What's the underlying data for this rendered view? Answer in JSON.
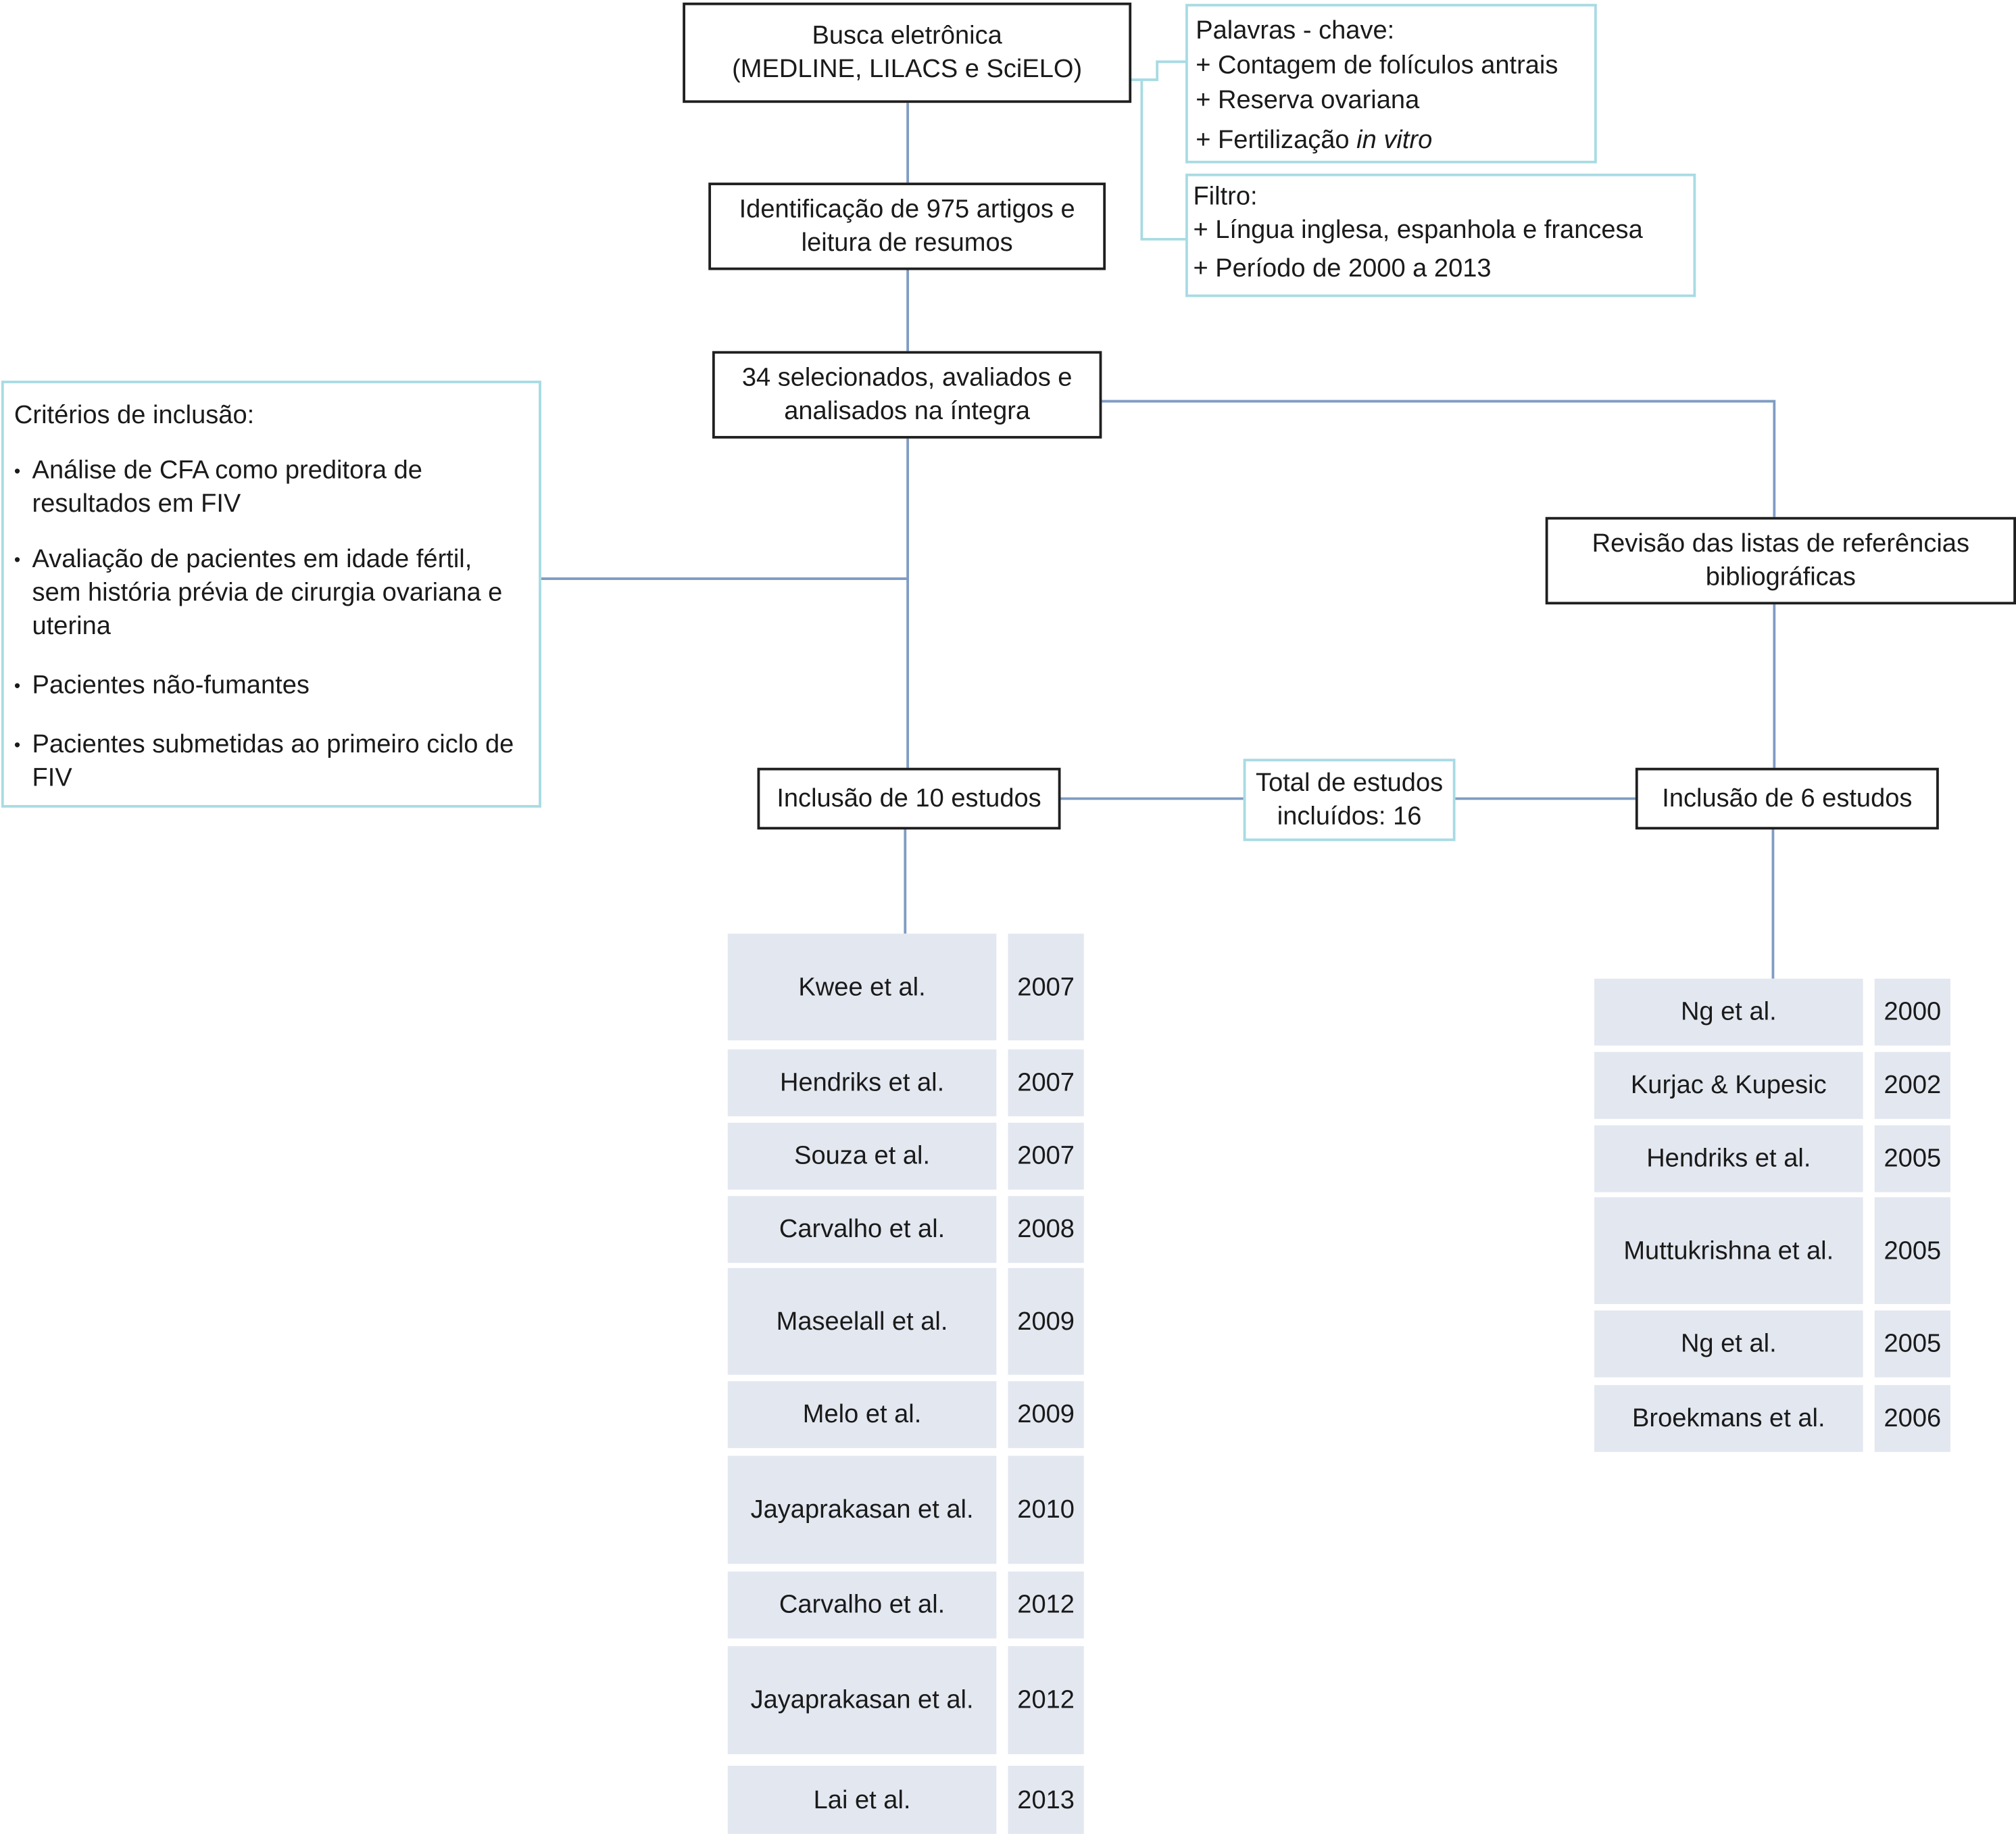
{
  "search": {
    "title_line1": "Busca eletrônica",
    "title_line2": "(MEDLINE, LILACS e SciELO)"
  },
  "keywords": {
    "title": "Palavras - chave:",
    "line1": "+ Contagem de folículos antrais",
    "line2": "+ Reserva ovariana",
    "line3_prefix": "+ Fertilização ",
    "line3_italic": "in vitro"
  },
  "filter": {
    "title": "Filtro:",
    "line1": "+ Língua inglesa, espanhola e francesa",
    "line2": "+ Período de 2000 a 2013"
  },
  "identification": {
    "line1": "Identificação de 975 artigos e",
    "line2": "leitura de resumos"
  },
  "selected": {
    "line1": "34 selecionados, avaliados e",
    "line2": "analisados na íntegra"
  },
  "criteria": {
    "title": "Critérios de inclusão:",
    "items": [
      "Análise de CFA como preditora de resultados em FIV",
      "Avaliação de pacientes em idade fértil, sem história prévia de cirurgia ovariana e uterina",
      "Pacientes não-fumantes",
      "Pacientes submetidas ao primeiro ciclo de FIV"
    ]
  },
  "review": {
    "line1": "Revisão das listas de referências",
    "line2": "bibliográficas"
  },
  "inclusion_left": "Inclusão de 10 estudos",
  "inclusion_right": "Inclusão de 6 estudos",
  "total": {
    "line1": "Total de estudos",
    "line2": "incluídos: 16"
  },
  "left_studies": [
    {
      "author": "Kwee et al.",
      "year": "2007"
    },
    {
      "author": "Hendriks et al.",
      "year": "2007"
    },
    {
      "author": "Souza et al.",
      "year": "2007"
    },
    {
      "author": "Carvalho et al.",
      "year": "2008"
    },
    {
      "author": "Maseelall et al.",
      "year": "2009"
    },
    {
      "author": "Melo et al.",
      "year": "2009"
    },
    {
      "author": "Jayaprakasan et al.",
      "year": "2010"
    },
    {
      "author": "Carvalho et al.",
      "year": "2012"
    },
    {
      "author": "Jayaprakasan et al.",
      "year": "2012"
    },
    {
      "author": "Lai et al.",
      "year": "2013"
    }
  ],
  "right_studies": [
    {
      "author": "Ng et al.",
      "year": "2000"
    },
    {
      "author": "Kurjac & Kupesic",
      "year": "2002"
    },
    {
      "author": "Hendriks et al.",
      "year": "2005"
    },
    {
      "author": "Muttukrishna et al.",
      "year": "2005"
    },
    {
      "author": "Ng et al.",
      "year": "2005"
    },
    {
      "author": "Broekmans et al.",
      "year": "2006"
    }
  ],
  "colors": {
    "dark_border": "#1f1f1f",
    "light_border": "#a8dbe3",
    "connector": "#7f9cc4",
    "cell_fill": "#e3e7f0"
  }
}
